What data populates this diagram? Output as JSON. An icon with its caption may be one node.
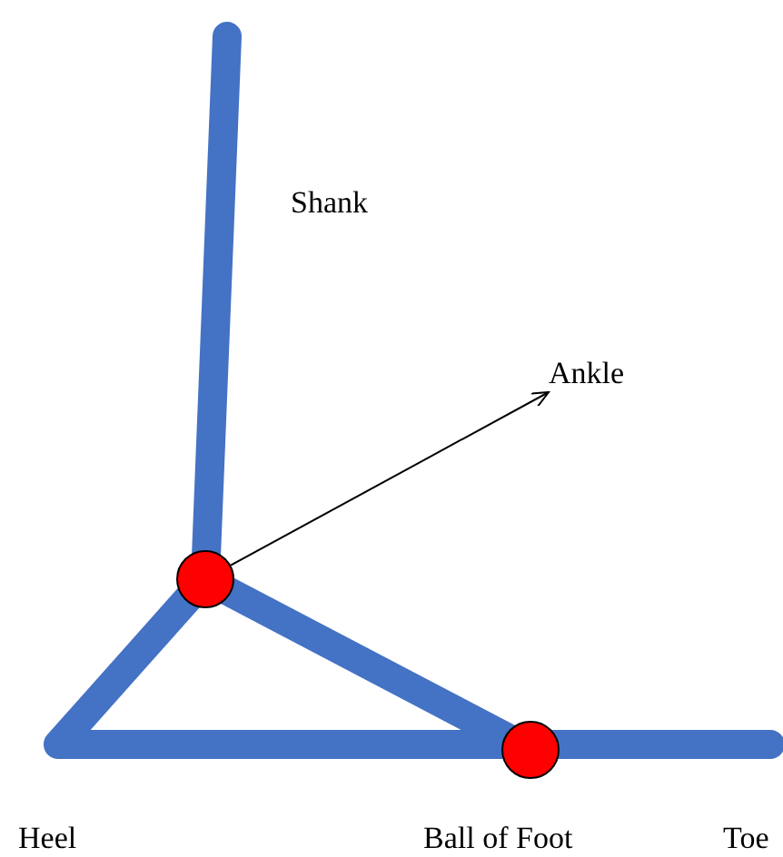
{
  "diagram": {
    "nodes": [
      {
        "text": [
          "Ankle"
        ]
      },
      {
        "text": [],
        "shape": "circle"
      },
      {
        "text": [],
        "shape": "circle"
      }
    ],
    "edges": [
      {
        "from": 1,
        "to": 0,
        "arrow": "to"
      }
    ],
    "labels": [
      "Shank",
      "Heel",
      "Ball of Foot",
      "Toe"
    ]
  }
}
